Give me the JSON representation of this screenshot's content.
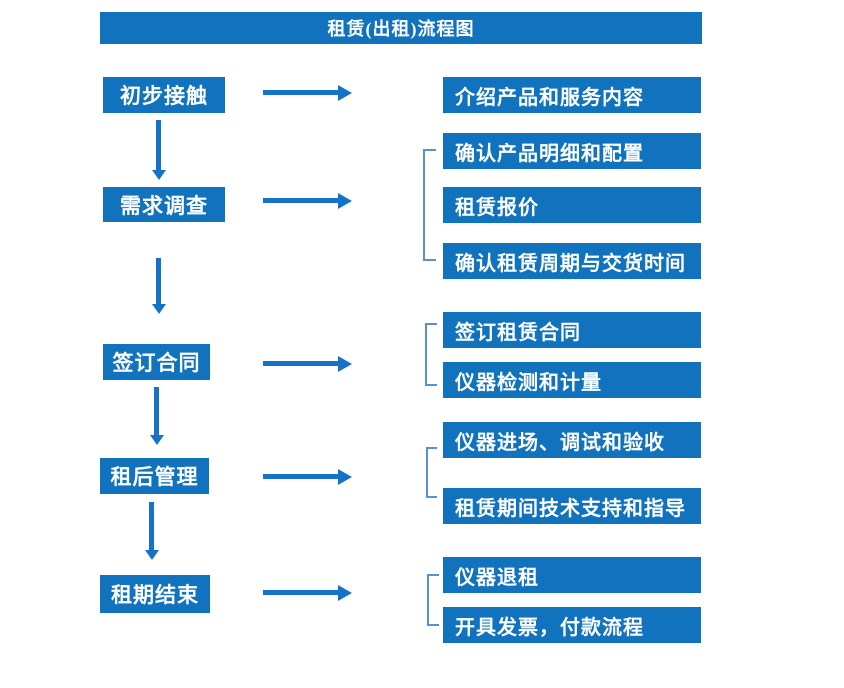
{
  "title": "租赁(出租)流程图",
  "colors": {
    "box_blue": "#1172be",
    "arrow_blue": "#1473c8",
    "bracket_blue": "#5a8fd2",
    "text_white": "#ffffff",
    "background": "#ffffff"
  },
  "icons": {
    "arrow_right": "solid right-pointing arrow",
    "arrow_down": "solid down-pointing arrow",
    "bracket": "left square bracket connector"
  },
  "flow": [
    {
      "step": "初步接触",
      "details": [
        "介绍产品和服务内容"
      ]
    },
    {
      "step": "需求调查",
      "details": [
        "确认产品明细和配置",
        "租赁报价",
        "确认租赁周期与交货时间"
      ]
    },
    {
      "step": "签订合同",
      "details": [
        "签订租赁合同",
        "仪器检测和计量"
      ]
    },
    {
      "step": "租后管理",
      "details": [
        "仪器进场、调试和验收",
        "租赁期间技术支持和指导"
      ]
    },
    {
      "step": "租期结束",
      "details": [
        "仪器退租",
        "开具发票，付款流程"
      ]
    }
  ]
}
